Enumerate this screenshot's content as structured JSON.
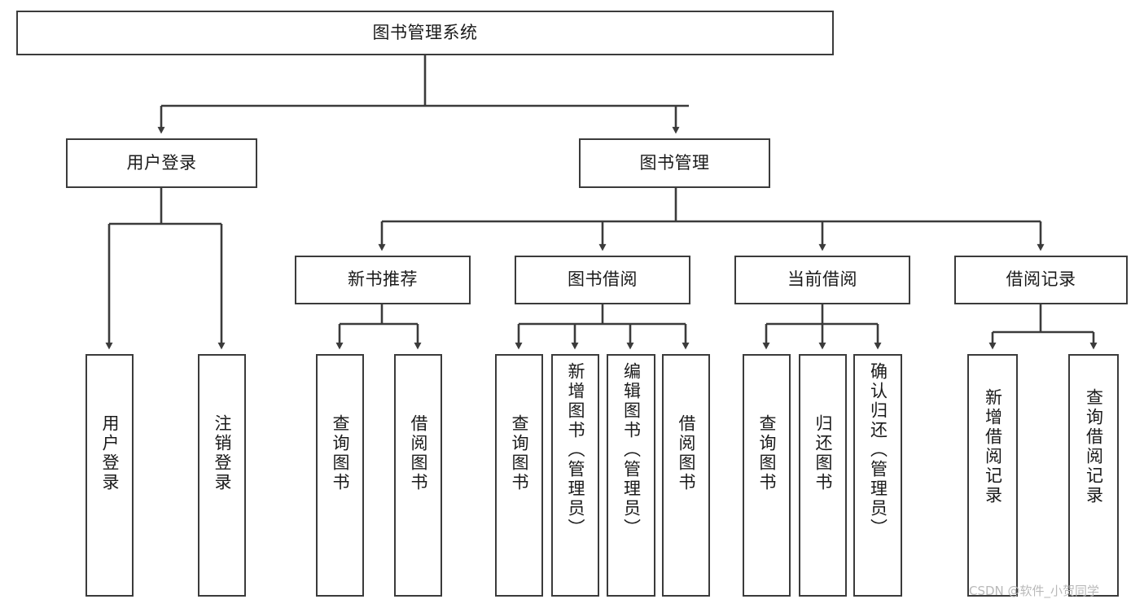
{
  "diagram": {
    "type": "tree-flowchart",
    "root": {
      "id": "root",
      "label": "图书管理系统"
    },
    "level2": [
      {
        "id": "user-login",
        "label": "用户登录"
      },
      {
        "id": "book-management",
        "label": "图书管理"
      }
    ],
    "level3": [
      {
        "id": "new-book-recommend",
        "label": "新书推荐"
      },
      {
        "id": "book-borrow",
        "label": "图书借阅"
      },
      {
        "id": "current-borrow",
        "label": "当前借阅"
      },
      {
        "id": "borrow-record",
        "label": "借阅记录"
      }
    ],
    "leaves": {
      "user-login": [
        {
          "id": "leaf-user-login",
          "label": "用户登录"
        },
        {
          "id": "leaf-user-logout",
          "label": "注销登录"
        }
      ],
      "new-book-recommend": [
        {
          "id": "leaf-query-book-1",
          "label": "查询图书"
        },
        {
          "id": "leaf-borrow-book-1",
          "label": "借阅图书"
        }
      ],
      "book-borrow": [
        {
          "id": "leaf-query-book-2",
          "label": "查询图书"
        },
        {
          "id": "leaf-add-book",
          "label": "新增图书（管理员）"
        },
        {
          "id": "leaf-edit-book",
          "label": "编辑图书（管理员）"
        },
        {
          "id": "leaf-borrow-book-2",
          "label": "借阅图书"
        }
      ],
      "current-borrow": [
        {
          "id": "leaf-query-book-3",
          "label": "查询图书"
        },
        {
          "id": "leaf-return-book",
          "label": "归还图书"
        },
        {
          "id": "leaf-confirm-return",
          "label": "确认归还（管理员）"
        }
      ],
      "borrow-record": [
        {
          "id": "leaf-add-record",
          "label": "新增借阅记录"
        },
        {
          "id": "leaf-query-record",
          "label": "查询借阅记录"
        }
      ]
    }
  },
  "watermark": {
    "text": "CSDN @软件_小贺同学"
  },
  "colors": {
    "border": "#3b3b3b",
    "background": "#ffffff",
    "text": "#1a1a1a",
    "edge": "#3b3b3b",
    "watermark": "#b9b9b9"
  }
}
